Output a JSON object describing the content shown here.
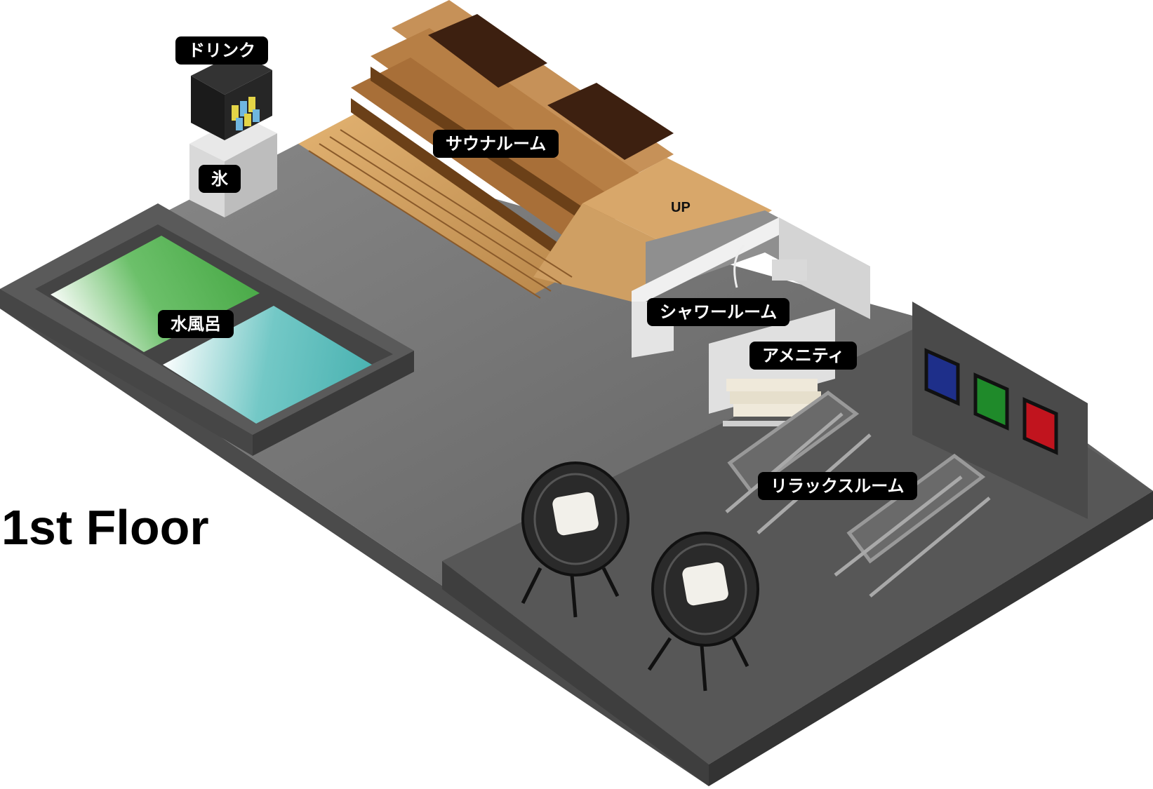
{
  "floor": {
    "title": "1st Floor"
  },
  "labels": {
    "drink": "ドリンク",
    "ice": "氷",
    "sauna": "サウナルーム",
    "up": "UP",
    "cold_bath": "水風呂",
    "shower": "シャワールーム",
    "amenity": "アメニティ",
    "relax": "リラックスルーム"
  },
  "colors": {
    "floor_top": "#6e6e6e",
    "floor_side": "#4a4a4a",
    "wood_light": "#d6a96a",
    "wood_dark": "#7a4a20",
    "bench_top": "#3d2212",
    "pool_green": "#4cb04c",
    "pool_cyan": "#5bbfbe",
    "panel_blue": "#1e2f8a",
    "panel_green": "#1f8a2a",
    "panel_red": "#c1141e"
  }
}
